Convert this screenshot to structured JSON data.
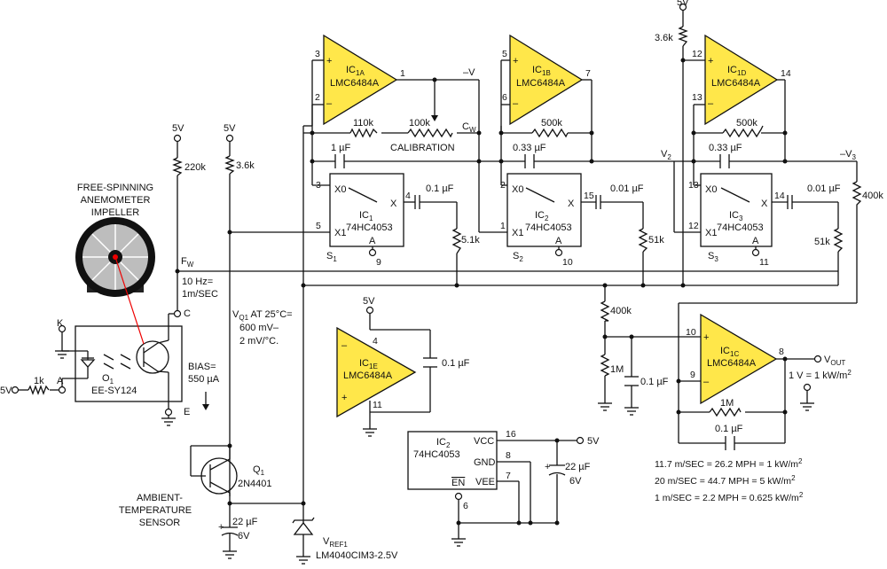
{
  "impeller": {
    "lines": [
      "FREE-SPINNING",
      "ANEMOMETER",
      "IMPELLER"
    ]
  },
  "fw": "F",
  "fw_sub": "W",
  "freq_note": [
    "10 Hz=",
    "1m/SEC"
  ],
  "vq1": [
    "V",
    "Q1",
    " AT 25°C=",
    "600 mV–",
    "2 mV/°C."
  ],
  "bias": [
    "BIAS=",
    "550 µA"
  ],
  "sensor": {
    "lines": [
      "AMBIENT-",
      "TEMPERATURE",
      "SENSOR"
    ],
    "ref": "Q",
    "ref_sub": "1",
    "part": "2N4401"
  },
  "opto": {
    "ref": "O",
    "ref_sub": "1",
    "part": "EE-SY124",
    "k": "K",
    "a": "A",
    "c": "C",
    "e": "E"
  },
  "vref": {
    "ref": "V",
    "ref_sub": "REF1",
    "part": "LM4040CIM3-2.5V"
  },
  "supply": {
    "v5": "5V",
    "vneg": "–V",
    "vneg3": "–V",
    "vneg3_sub": "3",
    "v2": "V",
    "v2_sub": "2",
    "cw": "C",
    "cw_sub": "W"
  },
  "resistors": {
    "r220k": "220k",
    "r36k": "3.6k",
    "r36k_top": "3.6k",
    "r1k": "1k",
    "r110k": "110k",
    "r100k": "100k",
    "r500k_b": "500k",
    "r500k_d": "500k",
    "r51k_1": "5.1k",
    "r51k_2": "51k",
    "r51k_3": "51k",
    "r400k_r": "400k",
    "r400k_c": "400k",
    "r1m_c": "1M",
    "r1m_f": "1M"
  },
  "caps": {
    "c1u": "1 µF",
    "c033_b": "0.33 µF",
    "c033_d": "0.33 µF",
    "c01_ic1": "0.1 µF",
    "c001_ic2": "0.01 µF",
    "c001_ic3": "0.01 µF",
    "c01_1e": "0.1 µF",
    "c01_in": "0.1 µF",
    "c01_fb": "0.1 µF",
    "c22_a": "22 µF",
    "c22_a2": "6V",
    "c22_b": "22 µF",
    "c22_b2": "6V"
  },
  "calibration": "CALIBRATION",
  "opamps": {
    "ic1a": {
      "ref": "IC",
      "sub": "1A",
      "part": "LMC6484A"
    },
    "ic1b": {
      "ref": "IC",
      "sub": "1B",
      "part": "LMC6484A"
    },
    "ic1d": {
      "ref": "IC",
      "sub": "1D",
      "part": "LMC6484A"
    },
    "ic1e": {
      "ref": "IC",
      "sub": "1E",
      "part": "LMC6484A"
    },
    "ic1c": {
      "ref": "IC",
      "sub": "1C",
      "part": "LMC6484A"
    }
  },
  "muxes": {
    "ic1": {
      "ref": "IC",
      "sub": "1",
      "part": "74HC4053",
      "s": "S",
      "s_sub": "1"
    },
    "ic2": {
      "ref": "IC",
      "sub": "2",
      "part": "74HC4053",
      "s": "S",
      "s_sub": "2"
    },
    "ic3": {
      "ref": "IC",
      "sub": "3",
      "part": "74HC4053",
      "s": "S",
      "s_sub": "3"
    }
  },
  "mux_pins": {
    "x0": "X0",
    "x1": "X1",
    "x": "X",
    "a": "A"
  },
  "power_chip": {
    "ref": "IC",
    "sub": "2",
    "part": "74HC4053",
    "vcc": "VCC",
    "gnd": "GND",
    "vee": "VEE",
    "en": "EN"
  },
  "pins": {
    "ic1a": [
      "3",
      "2",
      "1"
    ],
    "ic1b": [
      "5",
      "6",
      "7"
    ],
    "ic1d": [
      "12",
      "13",
      "14"
    ],
    "ic1e": [
      "4",
      "11"
    ],
    "ic1c": [
      "10",
      "9",
      "8"
    ],
    "ic1": [
      "3",
      "5",
      "4",
      "9"
    ],
    "ic2": [
      "2",
      "1",
      "15",
      "10"
    ],
    "ic3": [
      "13",
      "12",
      "14",
      "11"
    ],
    "pwr": [
      "16",
      "8",
      "7",
      "6"
    ]
  },
  "output": {
    "v": "V",
    "v_sub": "OUT",
    "scale": "1 V = 1 kW/m",
    "scale_sup": "2"
  },
  "conversions": [
    {
      "text": "11.7 m/SEC = 26.2 MPH = 1 kW/m",
      "sup": "2"
    },
    {
      "text": "20 m/SEC = 44.7 MPH = 5 kW/m",
      "sup": "2"
    },
    {
      "text": "1 m/SEC = 2.2 MPH = 0.625 kW/m",
      "sup": "2"
    }
  ]
}
